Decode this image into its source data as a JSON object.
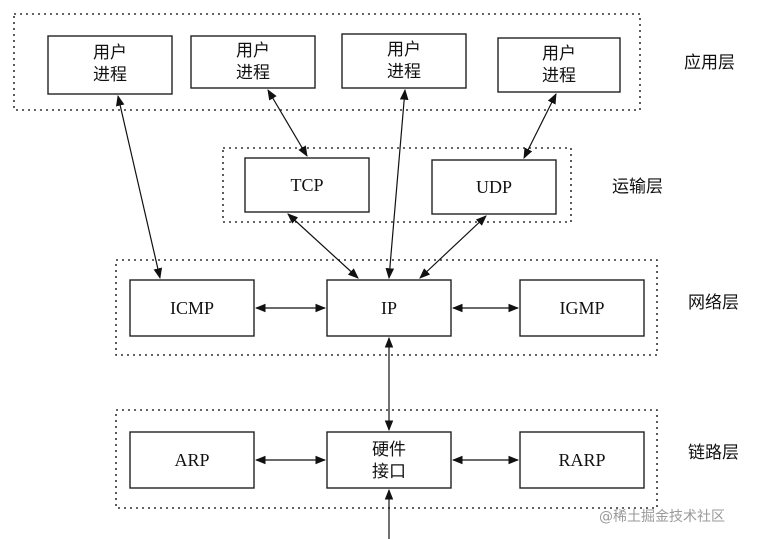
{
  "layers": {
    "application": "应用层",
    "transport": "运输层",
    "network": "网络层",
    "link": "链路层"
  },
  "nodes": {
    "user_process_label_line1": "用户",
    "user_process_label_line2": "进程",
    "tcp": "TCP",
    "udp": "UDP",
    "icmp": "ICMP",
    "ip": "IP",
    "igmp": "IGMP",
    "arp": "ARP",
    "hw_line1": "硬件",
    "hw_line2": "接口",
    "rarp": "RARP"
  },
  "watermark": "@稀土掘金技术社区"
}
